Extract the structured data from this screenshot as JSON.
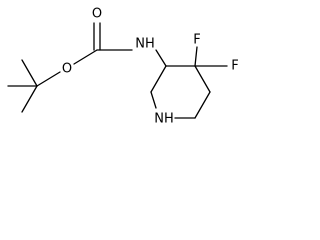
{
  "molecule": {
    "atoms": {
      "carbonyl_oxygen": "O",
      "ester_oxygen": "O",
      "carbamate_nitrogen": "NH",
      "fluorine_upper": "F",
      "fluorine_right": "F",
      "ring_nitrogen": "NH"
    }
  }
}
